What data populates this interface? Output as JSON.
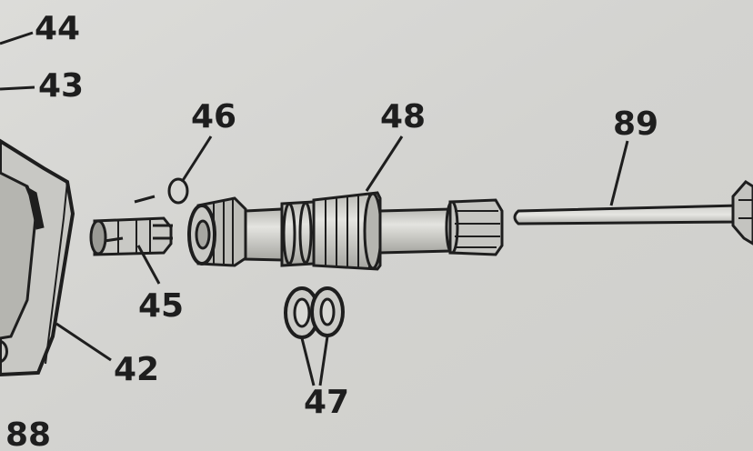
{
  "callouts": {
    "n44": "44",
    "n43": "43",
    "n46": "46",
    "n48": "48",
    "n89": "89",
    "n45": "45",
    "n42": "42",
    "n47": "47",
    "n88": "88"
  },
  "colors": {
    "paper": "#d6d6d3",
    "ink": "#1e1e1e",
    "part_fill": "#c8c8c4",
    "part_shade": "#a9a9a4"
  }
}
